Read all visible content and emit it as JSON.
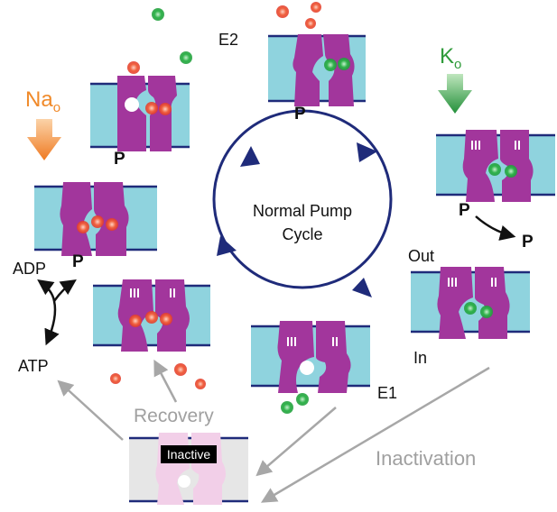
{
  "colors": {
    "membrane": "#8fd3de",
    "membrane_line": "#1f2b7a",
    "protein": "#a2369c",
    "na_ion": "#e8472e",
    "k_ion": "#2db14a",
    "cycle": "#1f2b7a",
    "na_arrow": "#f08a2a",
    "k_arrow": "#2f9b3a",
    "grey_arrow": "#a7a7a7",
    "inactive_membrane": "#e6e6e6",
    "inactive_protein": "#f2cfe8"
  },
  "labels": {
    "cycle_line1": "Normal Pump",
    "cycle_line2": "Cycle",
    "e2": "E2",
    "e1": "E1",
    "na_o_main": "Na",
    "na_o_sub": "o",
    "k_o_main": "K",
    "k_o_sub": "o",
    "adp": "ADP",
    "atp": "ATP",
    "out": "Out",
    "in": "In",
    "recovery": "Recovery",
    "inactivation": "Inactivation",
    "inactive": "Inactive",
    "phosphate": "P"
  }
}
